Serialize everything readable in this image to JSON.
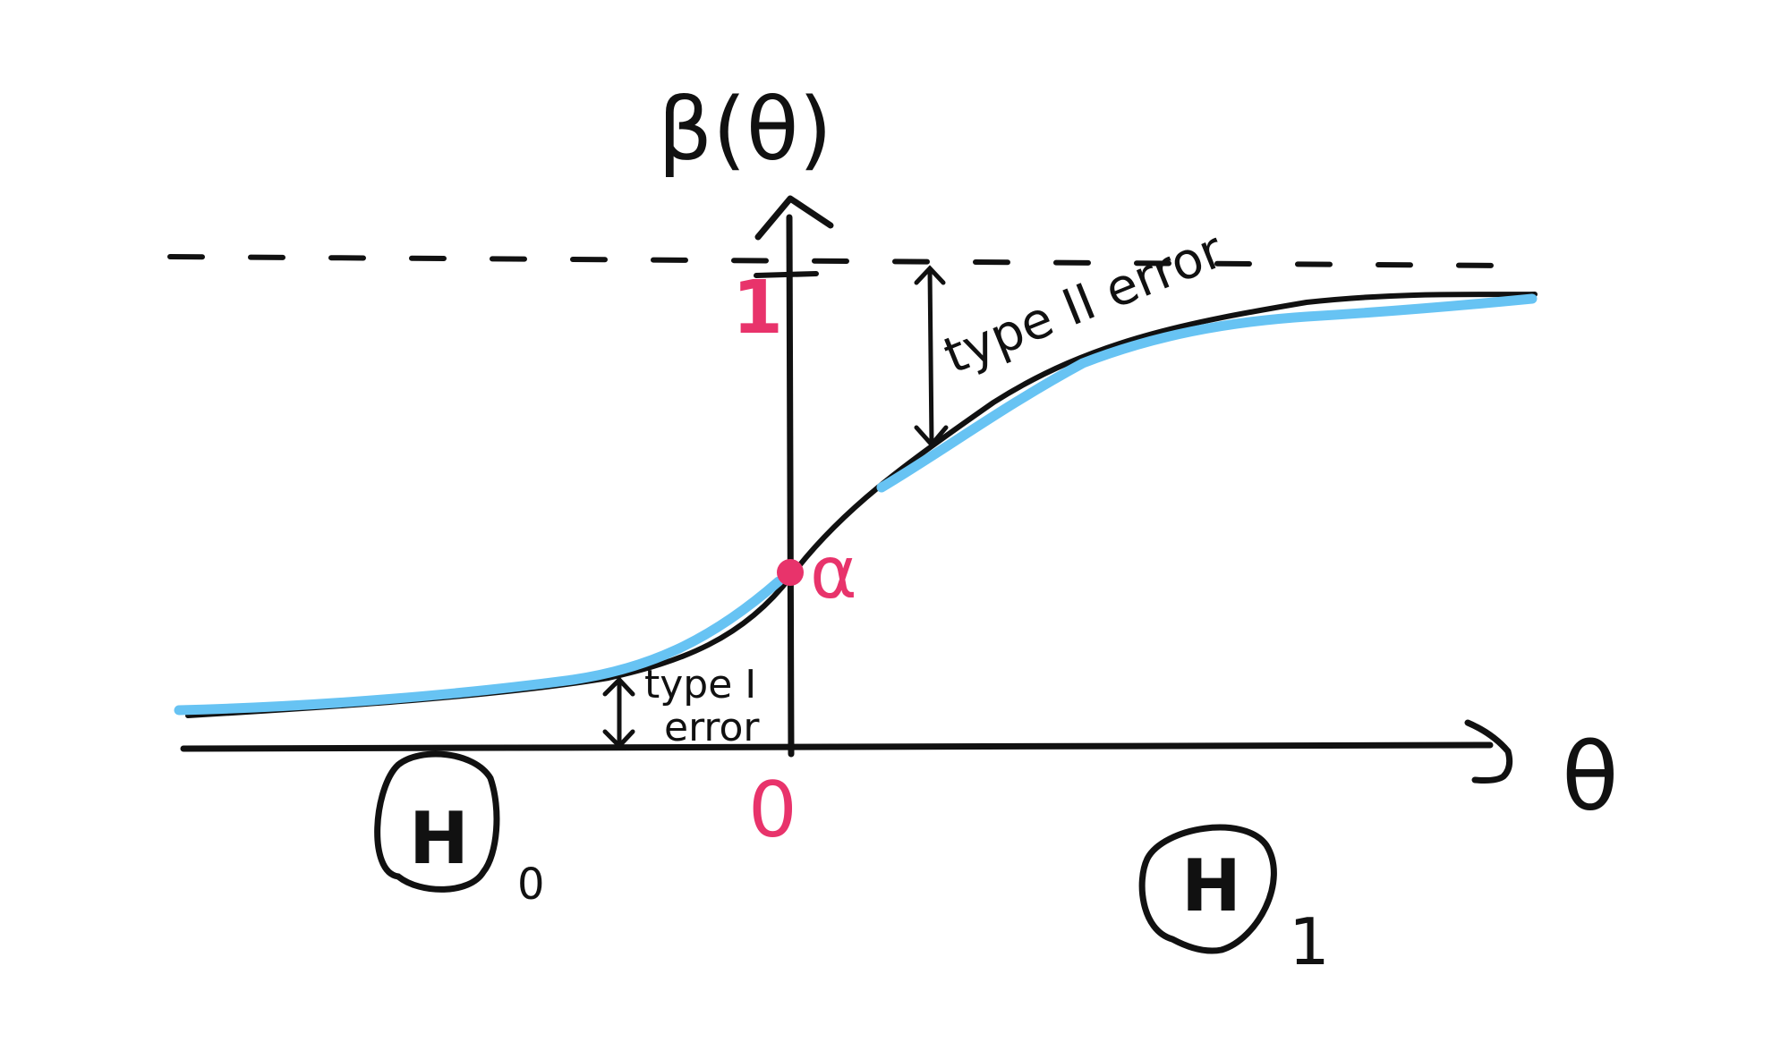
{
  "diagram": {
    "y_axis_label": "β(θ)",
    "x_axis_label": "θ",
    "tick_one": "1",
    "tick_zero": "0",
    "alpha_label": "α",
    "type1_line1": "type I",
    "type1_line2": "error",
    "type2_label": "type II error",
    "h0_letter": "H",
    "h0_subscript": "0",
    "h1_letter": "H",
    "h1_subscript": "1"
  },
  "colors": {
    "ink": "#111111",
    "highlight_curve": "#67c3f3",
    "accent": "#e8336b"
  }
}
